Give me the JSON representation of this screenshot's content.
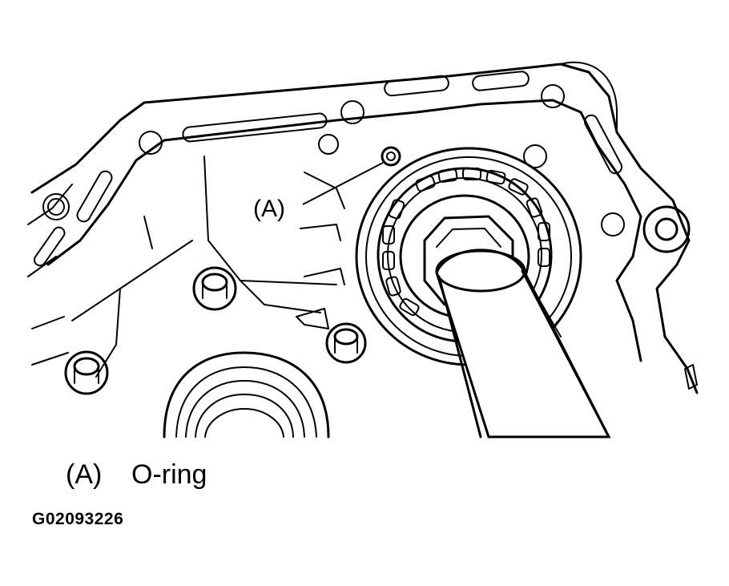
{
  "callout": {
    "label": "(A)"
  },
  "legend": {
    "key": "(A)",
    "description": "O-ring"
  },
  "figure_id": "G02093226"
}
